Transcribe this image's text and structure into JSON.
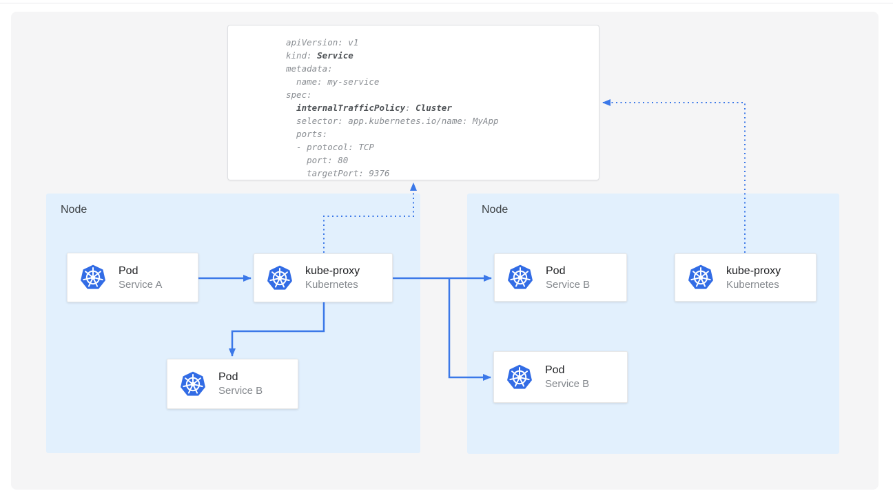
{
  "colors": {
    "arrow_blue": "#3b78e8",
    "kubernetes_blue": "#326ce5",
    "node_fill": "#e2f0fd",
    "panel_gray": "#f5f5f6",
    "code_gray": "#8a8e93",
    "code_bold": "#4e5256"
  },
  "yaml_panel": {
    "l1": "apiVersion: v1",
    "l2a": "kind: ",
    "l2b": "Service",
    "l3": "metadata:",
    "l4": "  name: my-service",
    "l5": "spec:",
    "l6a": "  ",
    "l6b": "internalTrafficPolicy",
    "l6c": ": ",
    "l6d": "Cluster",
    "l7": "  selector: app.kubernetes.io/name: MyApp",
    "l8": "  ports:",
    "l9": "  - protocol: TCP",
    "l10": "    port: 80",
    "l11": "    targetPort: 9376"
  },
  "nodes": {
    "left": {
      "label": "Node",
      "cards": {
        "pod_a": {
          "title": "Pod",
          "subtitle": "Service A"
        },
        "kube_proxy": {
          "title": "kube-proxy",
          "subtitle": "Kubernetes"
        },
        "pod_b": {
          "title": "Pod",
          "subtitle": "Service B"
        }
      }
    },
    "right": {
      "label": "Node",
      "cards": {
        "pod_b_top": {
          "title": "Pod",
          "subtitle": "Service B"
        },
        "pod_b_bottom": {
          "title": "Pod",
          "subtitle": "Service B"
        },
        "kube_proxy": {
          "title": "kube-proxy",
          "subtitle": "Kubernetes"
        }
      }
    }
  },
  "icons": {
    "kubernetes": "kubernetes-helm-wheel-icon"
  }
}
